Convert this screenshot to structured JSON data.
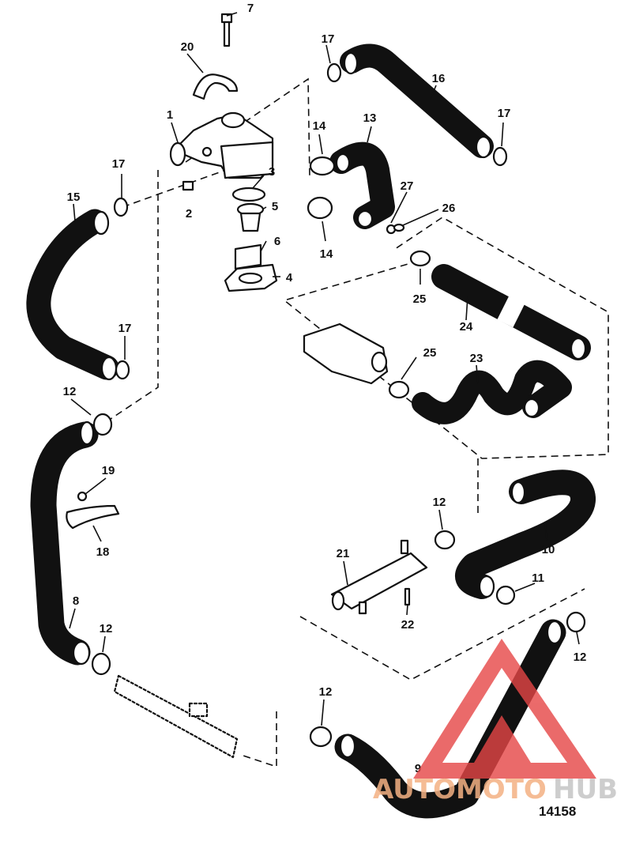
{
  "figure_number": "14158",
  "watermark": {
    "brand": "AUTOMOTOHUB",
    "part_a": "AUTOMOTO",
    "part_b": "HUB",
    "color_a": "#f4b183",
    "color_b": "#c8c8c8",
    "logo_color": "#e64646"
  },
  "callouts": {
    "c1": "1",
    "c2": "2",
    "c3": "3",
    "c4": "4",
    "c5": "5",
    "c6": "6",
    "c7": "7",
    "c8": "8",
    "c9": "9",
    "c10": "10",
    "c11": "11",
    "c12a": "12",
    "c12b": "12",
    "c12c": "12",
    "c12d": "12",
    "c12e": "12",
    "c13": "13",
    "c14a": "14",
    "c14b": "14",
    "c15": "15",
    "c16": "16",
    "c17a": "17",
    "c17b": "17",
    "c17c": "17",
    "c17d": "17",
    "c18": "18",
    "c19": "19",
    "c20": "20",
    "c21": "21",
    "c22": "22",
    "c23": "23",
    "c24": "24",
    "c25a": "25",
    "c25b": "25",
    "c26": "26",
    "c27": "27"
  }
}
